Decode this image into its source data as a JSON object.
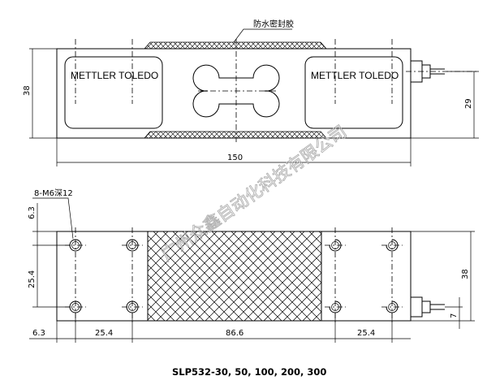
{
  "drawing": {
    "seal_label": "防水密封胶",
    "brand_left": "METTLER TOLEDO",
    "brand_right": "METTLER TOLEDO",
    "dim_top_height": "38",
    "dim_top_length": "150",
    "dim_top_right": "29",
    "hole_callout": "8-M6深12",
    "dim_bottom_top_offset": "6.3",
    "dim_bottom_vertical": "25.4",
    "dim_bottom_height": "38",
    "dim_bottom_cable": "7",
    "dim_bottom_left_offset": "6.3",
    "dim_bottom_span_left": "25.4",
    "dim_bottom_middle": "86.6",
    "dim_bottom_span_right": "25.4",
    "model_caption": "SLP532-30, 50, 100, 200, 300",
    "watermark": "广州众鑫自动化科技有限公司"
  }
}
